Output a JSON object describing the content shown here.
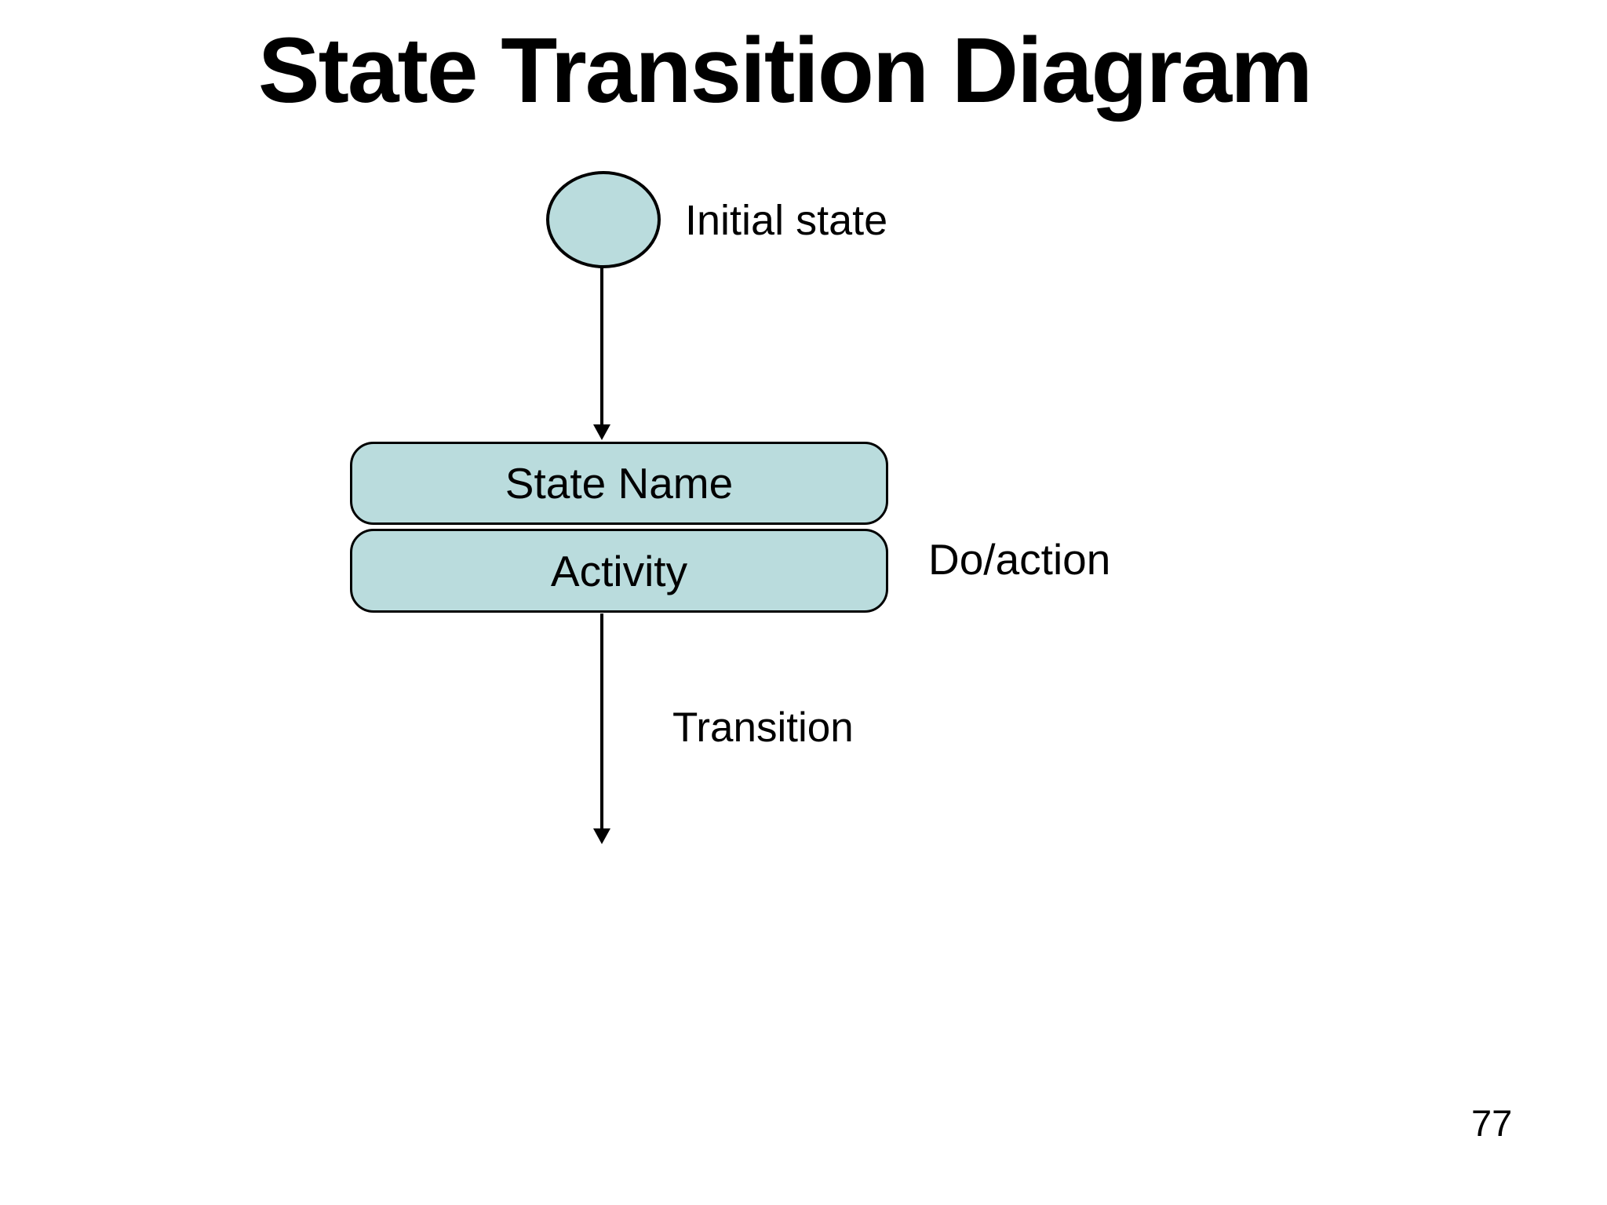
{
  "slide": {
    "title": "State Transition Diagram",
    "page_number": "77"
  },
  "diagram": {
    "initial_state_label": "Initial state",
    "state_box": {
      "state_name": "State Name",
      "activity": "Activity"
    },
    "do_action_label": "Do/action",
    "transition_label": "Transition"
  },
  "colors": {
    "node_fill": "#badcdd",
    "node_stroke": "#000000",
    "text": "#000000",
    "background": "#ffffff"
  }
}
